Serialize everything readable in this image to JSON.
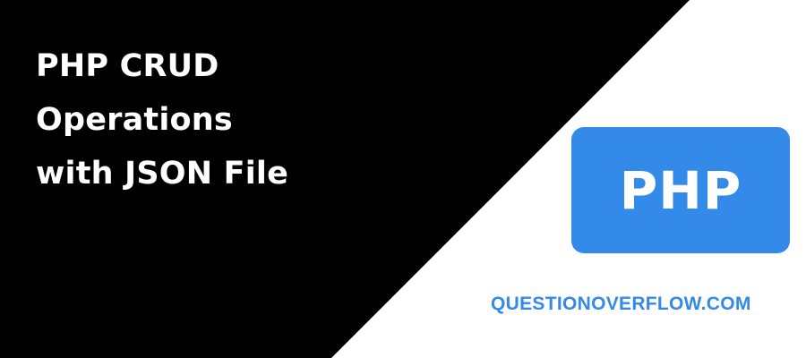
{
  "title": {
    "lines": [
      "PHP CRUD",
      "Operations",
      "with JSON File"
    ]
  },
  "badge": {
    "label": "PHP"
  },
  "footer": {
    "site": "QUESTIONOVERFLOW.COM"
  },
  "colors": {
    "dark_panel": "#000000",
    "light_panel": "#ffffff",
    "accent": "#338ae8",
    "title_text": "#ffffff"
  }
}
